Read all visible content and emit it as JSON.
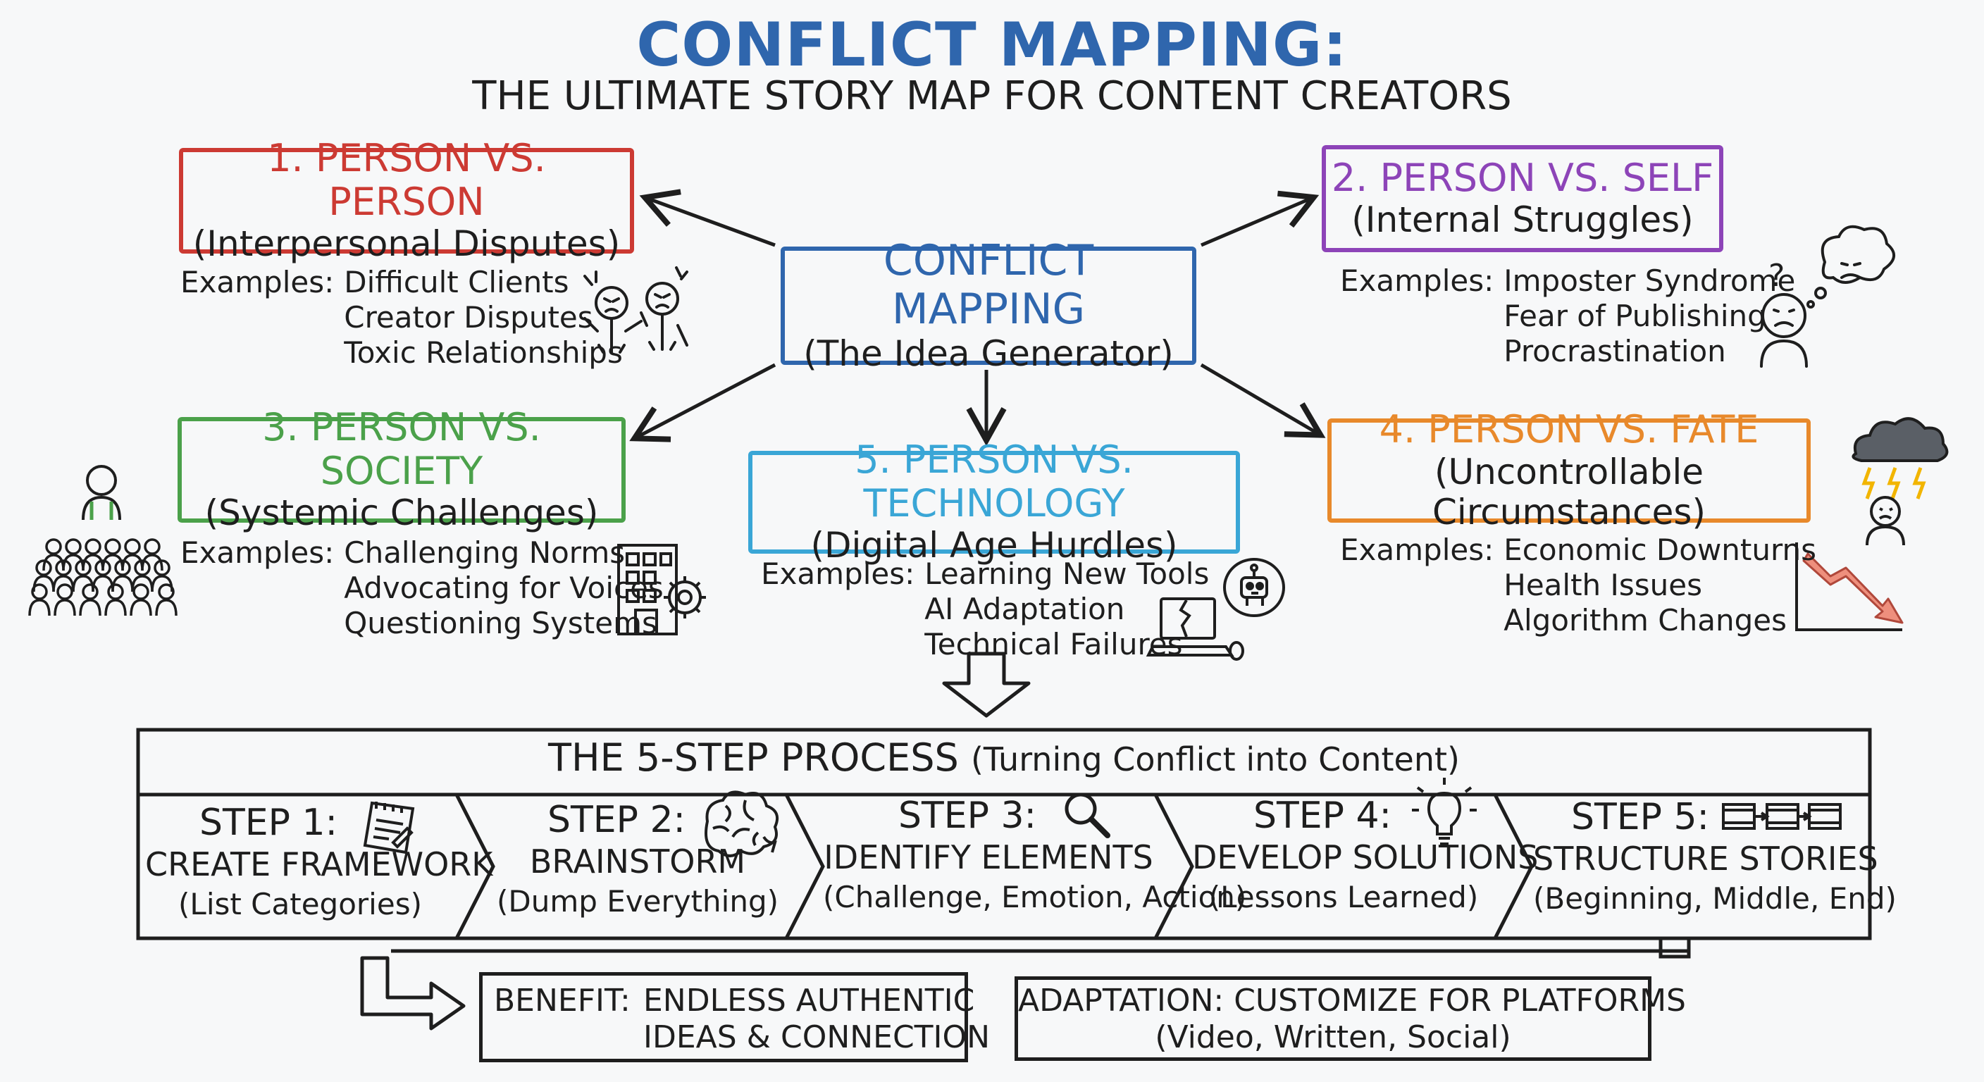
{
  "header": {
    "title": "CONFLICT MAPPING:",
    "subtitle": "THE ULTIMATE STORY MAP FOR CONTENT CREATORS"
  },
  "center": {
    "title": "CONFLICT MAPPING",
    "subtitle": "(The Idea Generator)",
    "color": "#2f66ad"
  },
  "categories": [
    {
      "title": "1. PERSON VS. PERSON",
      "subtitle": "(Interpersonal Disputes)",
      "color": "#cc3a33",
      "examples_label": "Examples:",
      "examples": [
        "Difficult Clients",
        "Creator Disputes",
        "Toxic Relationships"
      ],
      "icon": "arguing-people-icon"
    },
    {
      "title": "2. PERSON VS. SELF",
      "subtitle": "(Internal Struggles)",
      "color": "#8d44b8",
      "examples_label": "Examples:",
      "examples": [
        "Imposter Syndrome",
        "Fear of Publishing",
        "Procrastination"
      ],
      "icon": "worried-thinker-icon",
      "icon_glyph": "?"
    },
    {
      "title": "3. PERSON VS. SOCIETY",
      "subtitle": "(Systemic Challenges)",
      "color": "#4ba14a",
      "examples_label": "Examples:",
      "examples": [
        "Challenging Norms",
        "Advocating for Voices",
        "Questioning Systems"
      ],
      "icon": "crowd-and-building-icon"
    },
    {
      "title": "4. PERSON VS. FATE",
      "subtitle": "(Uncontrollable Circumstances)",
      "color": "#e8892b",
      "examples_label": "Examples:",
      "examples": [
        "Economic Downturns",
        "Health Issues",
        "Algorithm Changes"
      ],
      "icon": "storm-and-decline-icon"
    },
    {
      "title": "5. PERSON VS. TECHNOLOGY",
      "subtitle": "(Digital Age Hurdles)",
      "color": "#3aa6d6",
      "examples_label": "Examples:",
      "examples": [
        "Learning New Tools",
        "AI Adaptation",
        "Technical Failures"
      ],
      "icon": "broken-computer-robot-icon"
    }
  ],
  "process": {
    "title": "THE 5-STEP PROCESS",
    "title_paren": "(Turning Conflict into Content)",
    "steps": [
      {
        "label": "STEP 1:",
        "name": "CREATE FRAMEWORK",
        "desc": "(List Categories)",
        "icon": "notepad-icon"
      },
      {
        "label": "STEP 2:",
        "name": "BRAINSTORM",
        "desc": "(Dump Everything)",
        "icon": "brain-icon"
      },
      {
        "label": "STEP 3:",
        "name": "IDENTIFY ELEMENTS",
        "desc": "(Challenge, Emotion, Action)",
        "icon": "magnifier-icon"
      },
      {
        "label": "STEP 4:",
        "name": "DEVELOP SOLUTIONS",
        "desc": "(Lessons Learned)",
        "icon": "lightbulb-icon"
      },
      {
        "label": "STEP 5:",
        "name": "STRUCTURE STORIES",
        "desc": "(Beginning, Middle, End)",
        "icon": "film-strip-icon"
      }
    ]
  },
  "outcomes": {
    "benefit_label": "BENEFIT:",
    "benefit_line1": "ENDLESS AUTHENTIC",
    "benefit_line2": "IDEAS & CONNECTION",
    "adaptation_line1": "ADAPTATION:  CUSTOMIZE FOR PLATFORMS",
    "adaptation_line2": "(Video, Written, Social)"
  }
}
